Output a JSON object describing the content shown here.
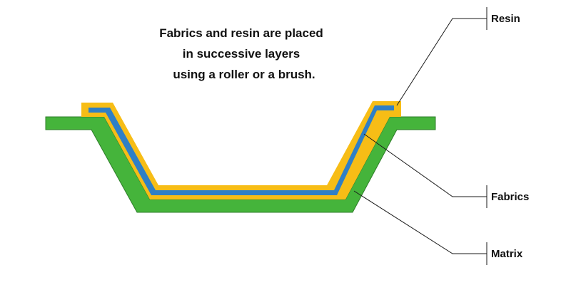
{
  "caption": {
    "lines": [
      "Fabrics and resin are placed",
      "in successive layers",
      "using a roller or a brush."
    ]
  },
  "labels": {
    "resin": "Resin",
    "fabrics": "Fabrics",
    "matrix": "Matrix"
  },
  "colors": {
    "matrix": "#45b43b",
    "matrix_outline": "#2e7d2a",
    "resin": "#f7bd16",
    "fabrics": "#2f7fc6",
    "leader": "#1a1a1a"
  }
}
